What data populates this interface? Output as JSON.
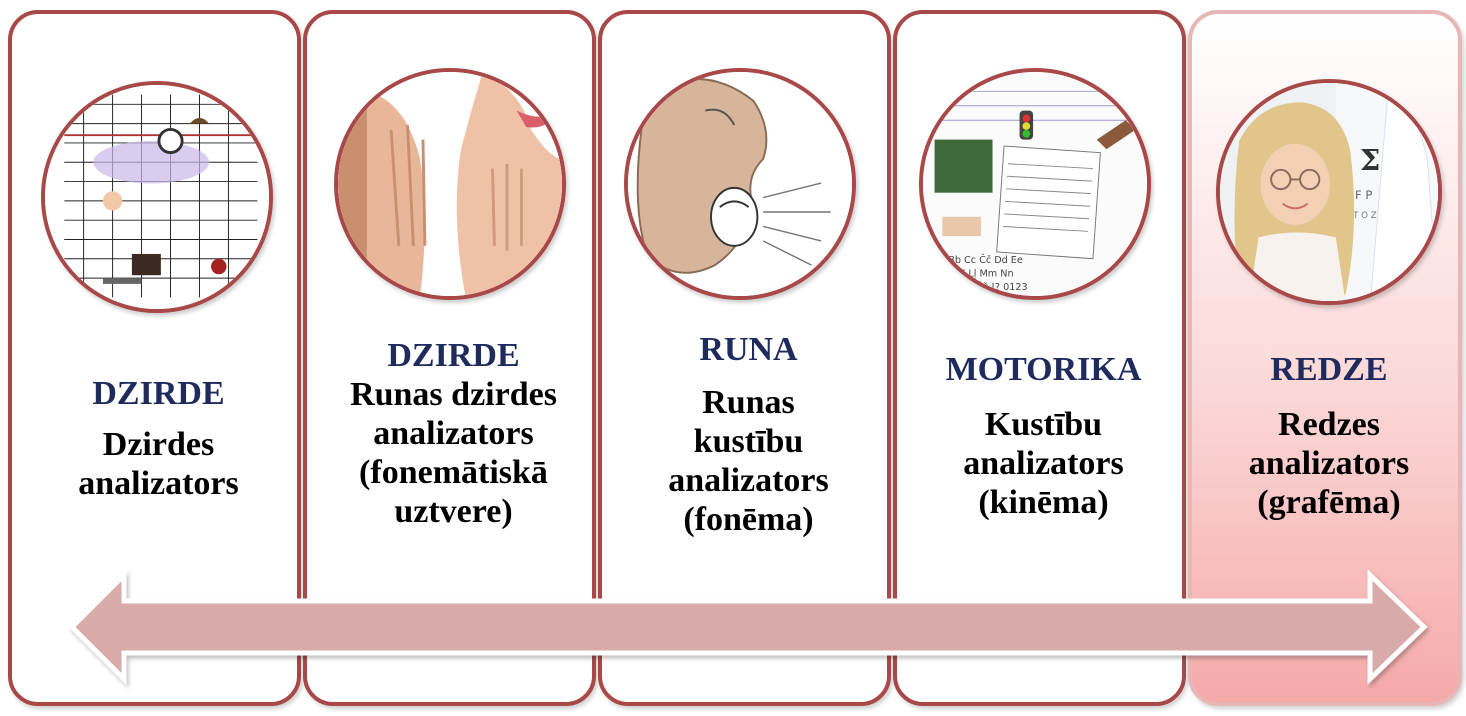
{
  "panels": [
    {
      "heading": "DZIRDE",
      "lines": [
        "Dzirdes",
        "analizators"
      ],
      "image": "audiogram-chart-icon"
    },
    {
      "heading": "DZIRDE",
      "lines": [
        "Runas dzirdes",
        "analizators",
        "(fonemātiskā",
        "uztvere)"
      ],
      "image": "hands-at-ears-icon"
    },
    {
      "heading": "RUNA",
      "lines": [
        "Runas",
        "kustību",
        "analizators",
        "(fonēma)"
      ],
      "image": "speaking-mouth-icon"
    },
    {
      "heading": "MOTORIKA",
      "lines": [
        "Kustību",
        "analizators",
        "(kinēma)"
      ],
      "image": "handwriting-practice-icon"
    },
    {
      "heading": "REDZE",
      "lines": [
        "Redzes",
        "analizators",
        "(grafēma)"
      ],
      "image": "child-eye-test-icon"
    }
  ],
  "colors": {
    "border": "#a94848",
    "heading": "#1f2b5c",
    "arrow_fill": "#d9aaaa",
    "last_panel_gradient_end": "#f5a9a9"
  }
}
